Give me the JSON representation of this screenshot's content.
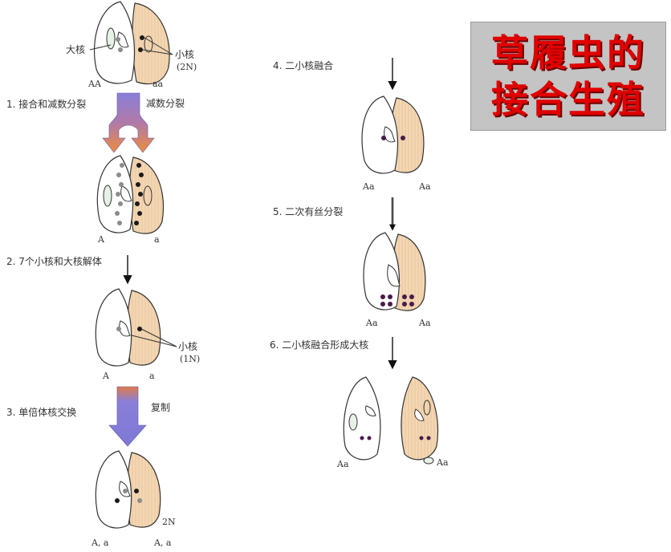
{
  "title": {
    "line1": "草履虫的",
    "line2": "接合生殖"
  },
  "steps": {
    "s1": "1. 接合和减数分裂",
    "s2": "2. 7个小核和大核解体",
    "s3": "3. 单倍体核交换",
    "s4": "4. 二小核融合",
    "s5": "5. 二次有丝分裂",
    "s6": "6. 二小核融合形成大核"
  },
  "labels": {
    "macronucleus": "大核",
    "micronucleus": "小核",
    "diploid": "(2N)",
    "haploid": "(1N)",
    "meiosis": "减数分裂",
    "replicate": "复制",
    "n2": "2N"
  },
  "genotypes": {
    "stage1": [
      "AA",
      "aa"
    ],
    "stage2": [
      "A",
      "a"
    ],
    "stage3": [
      "A",
      "a"
    ],
    "stage4": [
      "A, a",
      "A, a"
    ],
    "stage5": [
      "Aa",
      "Aa"
    ],
    "stage6": [
      "Aa",
      "Aa"
    ],
    "stage7": [
      "Aa",
      "Aa"
    ]
  },
  "colors": {
    "left_cell": "#ffffff",
    "right_cell": "#f3d7b4",
    "title_text": "#e00000",
    "title_bg": "#c4c4c4",
    "arrow_purple": "#8a7fd8",
    "arrow_orange": "#ee8c3c",
    "nucleus_dark": "#1a1a1a",
    "nucleus_gray": "#8c8c8c",
    "nucleus_purple": "#4a1a4a",
    "macronucleus_fill": "#e6f2e6"
  }
}
